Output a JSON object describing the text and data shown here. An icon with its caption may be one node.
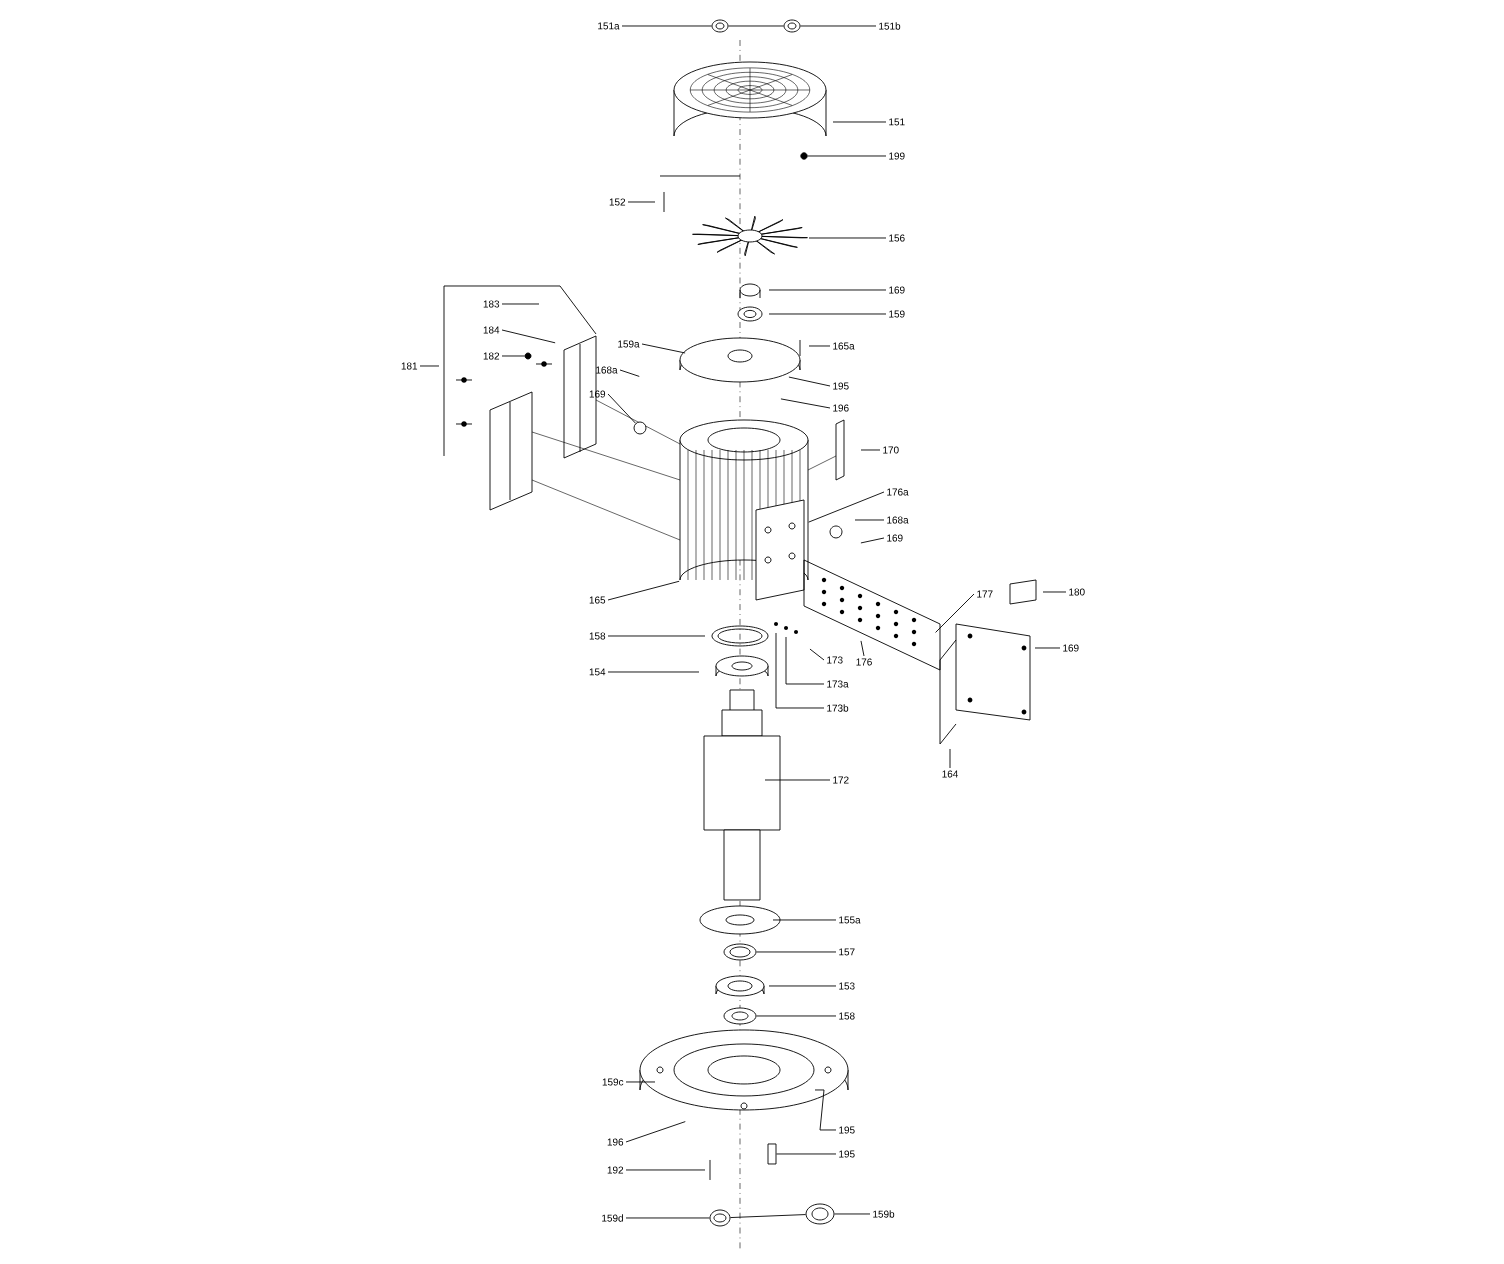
{
  "diagram": {
    "nodes": [
      {
        "text": [
          "151a"
        ]
      },
      {
        "text": [
          "151b"
        ]
      },
      {
        "text": [
          "151"
        ]
      },
      {
        "text": [
          "199"
        ]
      },
      {
        "text": [
          "152"
        ]
      },
      {
        "text": [
          "156"
        ]
      },
      {
        "text": [
          "169"
        ]
      },
      {
        "text": [
          "159"
        ]
      },
      {
        "text": [
          "181"
        ]
      },
      {
        "text": [
          "183"
        ]
      },
      {
        "text": [
          "184"
        ]
      },
      {
        "text": [
          "182"
        ]
      },
      {
        "text": [
          "159a"
        ]
      },
      {
        "text": [
          "168a"
        ]
      },
      {
        "text": [
          "169"
        ]
      },
      {
        "text": [
          "165a"
        ]
      },
      {
        "text": [
          "195"
        ]
      },
      {
        "text": [
          "196"
        ]
      },
      {
        "text": [
          "170"
        ]
      },
      {
        "text": [
          "176a"
        ]
      },
      {
        "text": [
          "168a"
        ]
      },
      {
        "text": [
          "169"
        ]
      },
      {
        "text": [
          "165"
        ]
      },
      {
        "text": [
          "158"
        ]
      },
      {
        "text": [
          "154"
        ]
      },
      {
        "text": [
          "177"
        ]
      },
      {
        "text": [
          "180"
        ]
      },
      {
        "text": [
          "169"
        ]
      },
      {
        "text": [
          "176"
        ]
      },
      {
        "text": [
          "173"
        ]
      },
      {
        "text": [
          "173a"
        ]
      },
      {
        "text": [
          "173b"
        ]
      },
      {
        "text": [
          "164"
        ]
      },
      {
        "text": [
          "172"
        ]
      },
      {
        "text": [
          "155a"
        ]
      },
      {
        "text": [
          "157"
        ]
      },
      {
        "text": [
          "153"
        ]
      },
      {
        "text": [
          "158"
        ]
      },
      {
        "text": [
          "159c"
        ]
      },
      {
        "text": [
          "196"
        ]
      },
      {
        "text": [
          "192"
        ]
      },
      {
        "text": [
          "195"
        ]
      },
      {
        "text": [
          "195"
        ]
      },
      {
        "text": [
          "159d"
        ]
      },
      {
        "text": [
          "159b"
        ]
      },
      {
        "text": [],
        "shape": "circle"
      },
      {
        "text": [],
        "shape": "circle"
      },
      {
        "text": [],
        "shape": "circle"
      },
      {
        "text": [],
        "shape": "circle"
      },
      {
        "text": [],
        "shape": "circle"
      },
      {
        "text": [],
        "shape": "circle"
      },
      {
        "text": [],
        "shape": "circle"
      },
      {
        "text": [],
        "shape": "box"
      },
      {
        "text": [],
        "shape": "circle"
      },
      {
        "text": [],
        "shape": "circle"
      }
    ],
    "edges": [
      {
        "from": 0,
        "to": 45,
        "arrow": "none"
      },
      {
        "from": 1,
        "to": 46,
        "arrow": "none"
      },
      {
        "from": 2,
        "to": null,
        "arrow": "none"
      },
      {
        "from": 3,
        "to": 47,
        "arrow": "none"
      },
      {
        "from": 4,
        "to": null,
        "arrow": "none"
      },
      {
        "from": 5,
        "to": null,
        "arrow": "none"
      },
      {
        "from": 6,
        "to": null,
        "arrow": "none"
      },
      {
        "from": 7,
        "to": null,
        "arrow": "none"
      },
      {
        "from": 8,
        "to": null,
        "arrow": "none"
      },
      {
        "from": 9,
        "to": null,
        "arrow": "none"
      },
      {
        "from": 10,
        "to": null,
        "arrow": "none"
      },
      {
        "from": 11,
        "to": 48,
        "arrow": "none"
      },
      {
        "from": 12,
        "to": null,
        "arrow": "none"
      },
      {
        "from": 13,
        "to": null,
        "arrow": "none"
      },
      {
        "from": 14,
        "to": 49,
        "arrow": "none"
      },
      {
        "from": 15,
        "to": null,
        "arrow": "none"
      },
      {
        "from": 16,
        "to": null,
        "arrow": "none"
      },
      {
        "from": 17,
        "to": null,
        "arrow": "none"
      },
      {
        "from": 18,
        "to": null,
        "arrow": "none"
      },
      {
        "from": 19,
        "to": null,
        "arrow": "none"
      },
      {
        "from": 20,
        "to": null,
        "arrow": "none"
      },
      {
        "from": 21,
        "to": null,
        "arrow": "none"
      },
      {
        "from": 22,
        "to": null,
        "arrow": "none"
      },
      {
        "from": 23,
        "to": null,
        "arrow": "none"
      },
      {
        "from": 24,
        "to": null,
        "arrow": "none"
      },
      {
        "from": 25,
        "to": null,
        "arrow": "none"
      },
      {
        "from": 26,
        "to": null,
        "arrow": "none"
      },
      {
        "from": 27,
        "to": null,
        "arrow": "none"
      },
      {
        "from": 28,
        "to": null,
        "arrow": "none"
      },
      {
        "from": 29,
        "to": null,
        "arrow": "none"
      },
      {
        "from": 30,
        "to": null,
        "arrow": "none"
      },
      {
        "from": 31,
        "to": null,
        "arrow": "none"
      },
      {
        "from": 32,
        "to": null,
        "arrow": "none"
      },
      {
        "from": 33,
        "to": null,
        "arrow": "none"
      },
      {
        "from": 34,
        "to": null,
        "arrow": "none"
      },
      {
        "from": 35,
        "to": 50,
        "arrow": "none"
      },
      {
        "from": 36,
        "to": null,
        "arrow": "none"
      },
      {
        "from": 37,
        "to": 51,
        "arrow": "none"
      },
      {
        "from": 38,
        "to": null,
        "arrow": "none"
      },
      {
        "from": 39,
        "to": null,
        "arrow": "none"
      },
      {
        "from": 40,
        "to": null,
        "arrow": "none"
      },
      {
        "from": 41,
        "to": null,
        "arrow": "none"
      },
      {
        "from": 42,
        "to": 52,
        "arrow": "none"
      },
      {
        "from": 43,
        "to": 53,
        "arrow": "none"
      },
      {
        "from": 44,
        "to": 54,
        "arrow": "none"
      },
      {
        "from": 45,
        "to": 46,
        "arrow": "none"
      },
      {
        "from": 53,
        "to": 54,
        "arrow": "none"
      }
    ]
  }
}
